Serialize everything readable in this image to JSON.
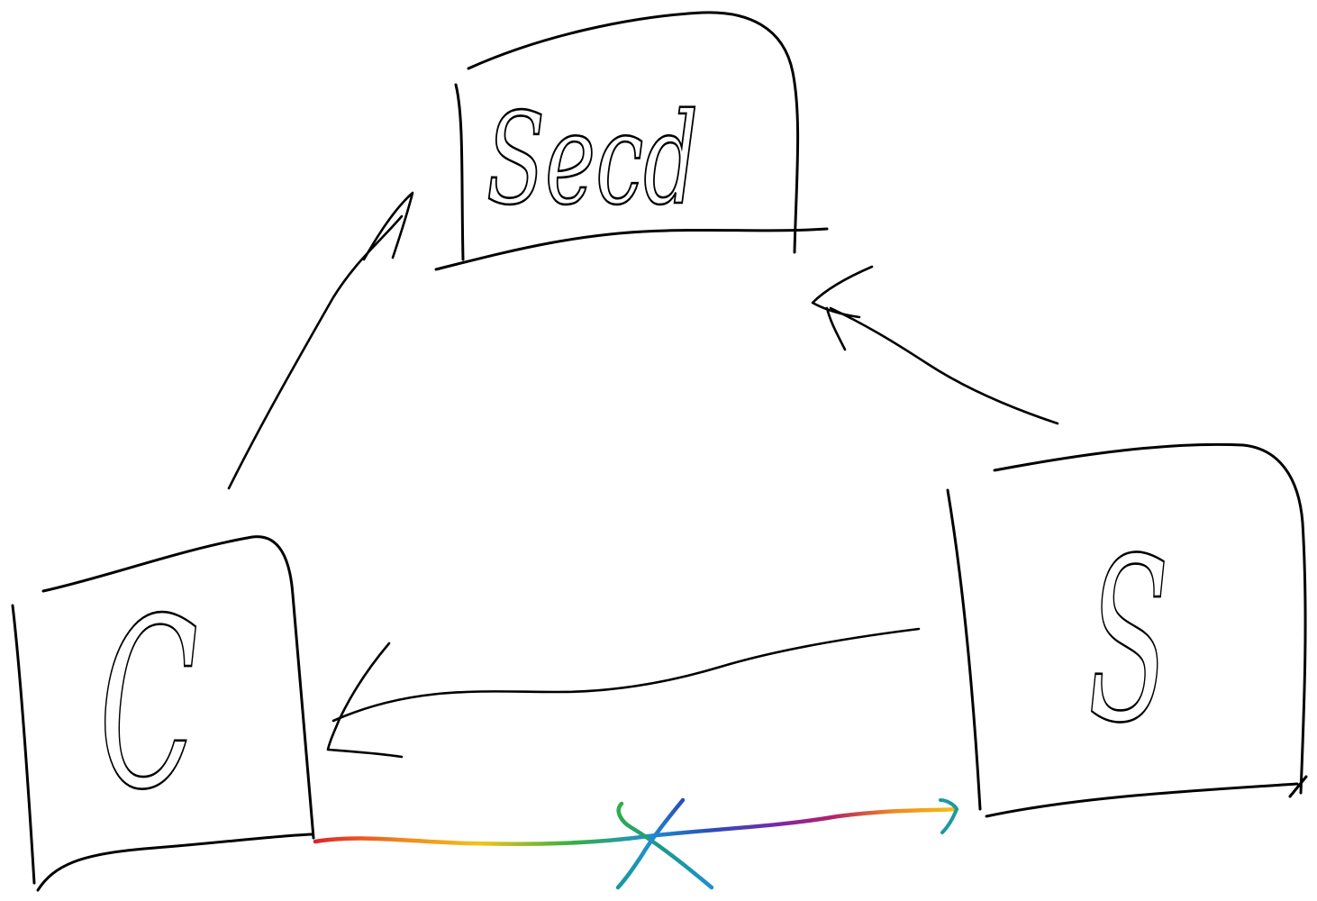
{
  "nodes": {
    "top": {
      "label": "Secd"
    },
    "left": {
      "label": "C"
    },
    "right": {
      "label": "S"
    }
  },
  "colors": {
    "ink": "#000000",
    "rainbow": [
      "#e0202a",
      "#f08a1c",
      "#f2c418",
      "#35b040",
      "#1f8fd0",
      "#2a4bb8",
      "#7a2aa8",
      "#b0206a"
    ]
  }
}
